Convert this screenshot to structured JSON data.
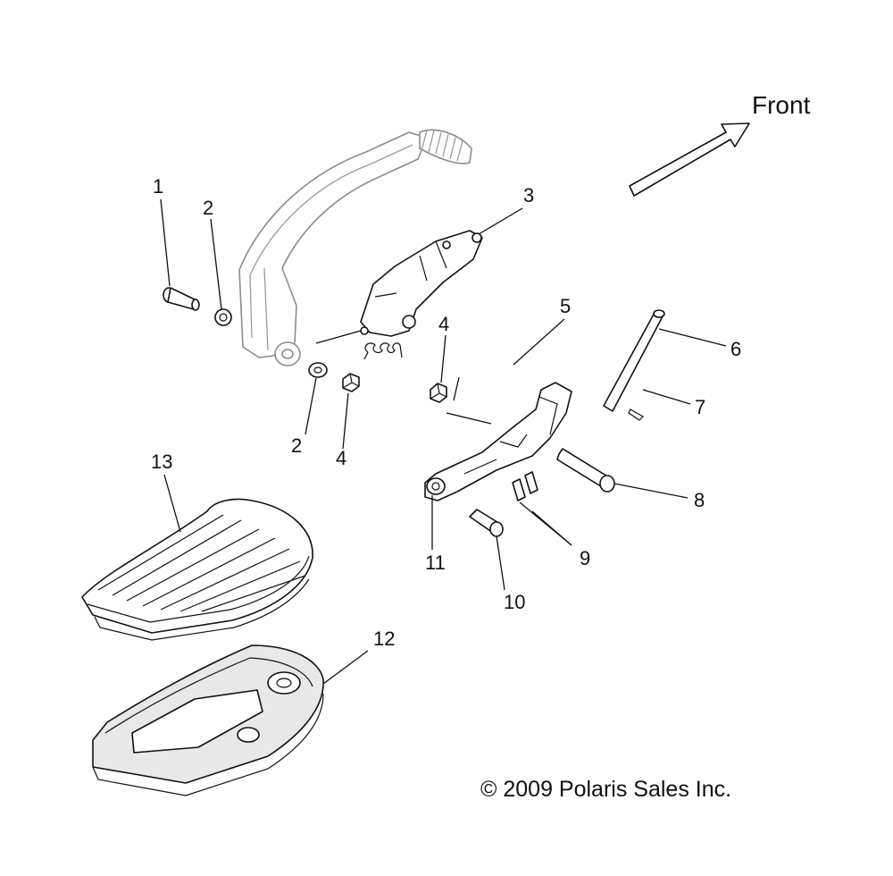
{
  "direction_label": "Front",
  "callouts": [
    "1",
    "2",
    "3",
    "2",
    "4",
    "4",
    "5",
    "6",
    "7",
    "8",
    "9",
    "11",
    "10",
    "13",
    "12"
  ],
  "copyright": "© 2009 Polaris Sales Inc."
}
